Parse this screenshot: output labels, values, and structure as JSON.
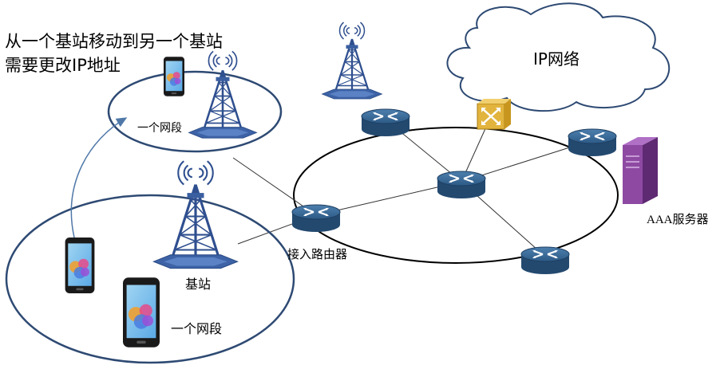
{
  "annotation": {
    "line1": "从一个基站移动到另一个基站",
    "line2": "需要更改IP地址"
  },
  "labels": {
    "segment_top": "一个网段",
    "segment_bottom": "一个网段",
    "base_station": "基站",
    "access_router": "接入路由器",
    "aaa_server": "AAA服务器",
    "cloud": "IP网络"
  },
  "colors": {
    "ellipse": "#2e4a73",
    "router": "#2f5f8a",
    "tower": "#2f4f8f",
    "switch": "#e2b43e",
    "server": "#7b3f8e",
    "arrow": "#4f78a8"
  }
}
